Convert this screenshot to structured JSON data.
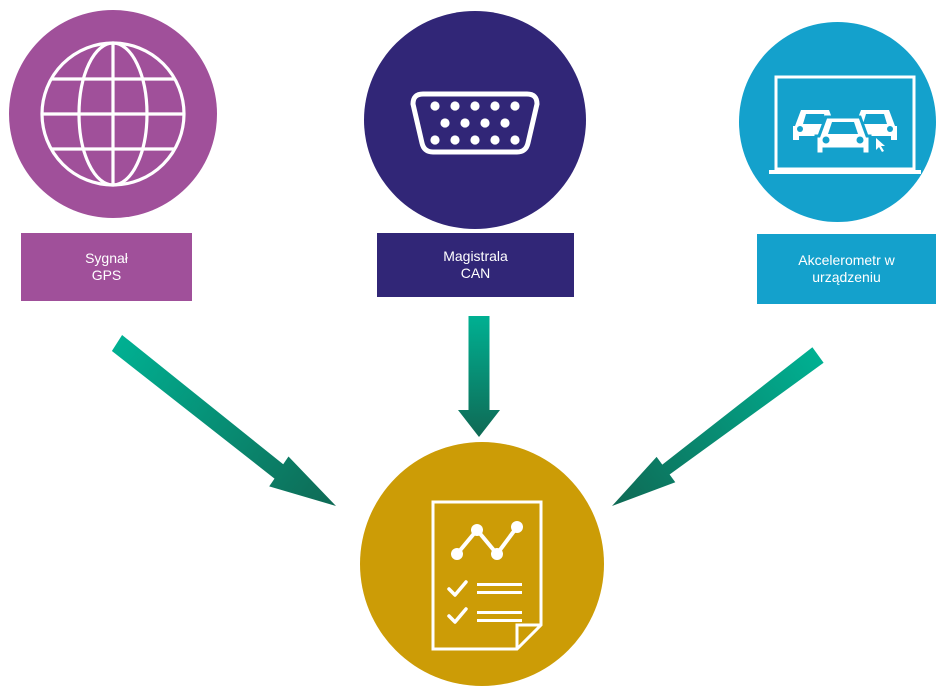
{
  "sources": [
    {
      "id": "gps",
      "line1": "Sygnał",
      "line2": "GPS",
      "icon": "globe-icon",
      "color": "#a0509a"
    },
    {
      "id": "can",
      "line1": "Magistrala",
      "line2": "CAN",
      "icon": "connector-port-icon",
      "color": "#312677"
    },
    {
      "id": "accelerometer",
      "line1": "Akcelerometr w",
      "line2": "urządzeniu",
      "icon": "laptop-cars-icon",
      "color": "#14a1cc"
    }
  ],
  "target": {
    "id": "report",
    "icon": "report-document-icon",
    "color": "#cc9c06"
  },
  "arrows": {
    "gradient_start": "#00b092",
    "gradient_end": "#0f6a55"
  }
}
